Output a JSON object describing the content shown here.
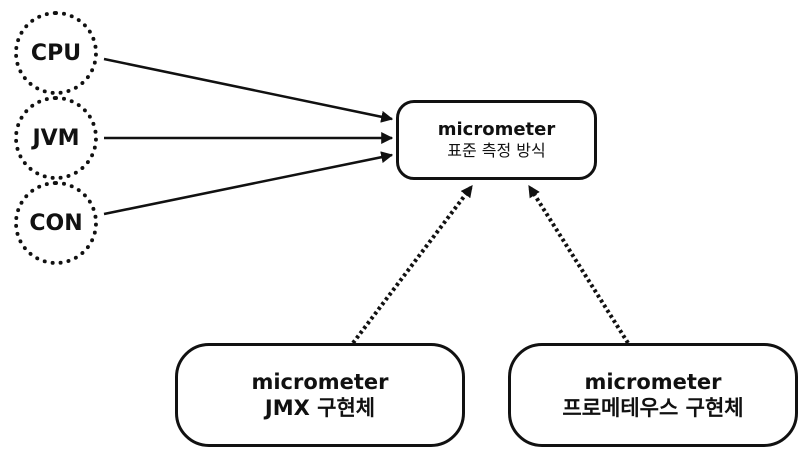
{
  "metrics": [
    {
      "label": "CPU"
    },
    {
      "label": "JVM"
    },
    {
      "label": "CON"
    }
  ],
  "standard": {
    "title": "micrometer",
    "subtitle": "표준 측정 방식"
  },
  "implementations": [
    {
      "title": "micrometer",
      "subtitle": "JMX 구현체"
    },
    {
      "title": "micrometer",
      "subtitle": "프로메테우스 구현체"
    }
  ]
}
